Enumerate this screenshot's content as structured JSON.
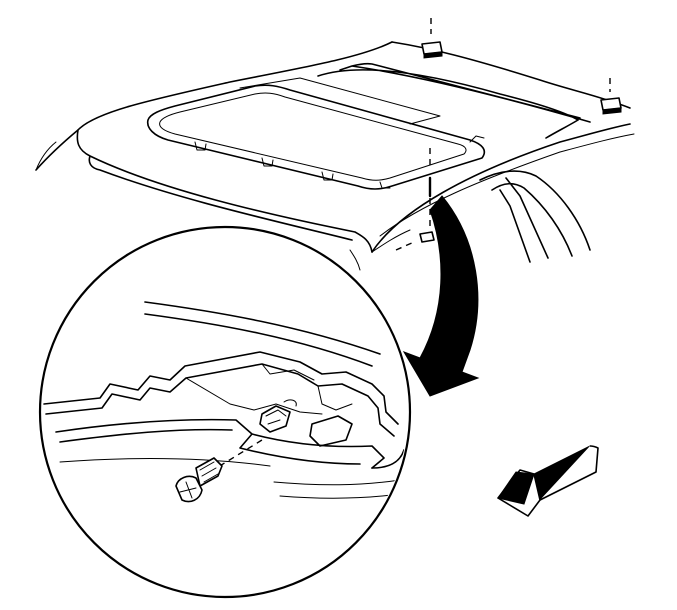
{
  "figure": {
    "callout": "detail-view",
    "arrows": [
      "callout-arrow",
      "vehicle-front-arrow"
    ],
    "fasteners": [
      "roof-nut-front-left",
      "roof-nut-rear-right",
      "roof-nut-center",
      "detail-bolt",
      "detail-clip"
    ]
  }
}
